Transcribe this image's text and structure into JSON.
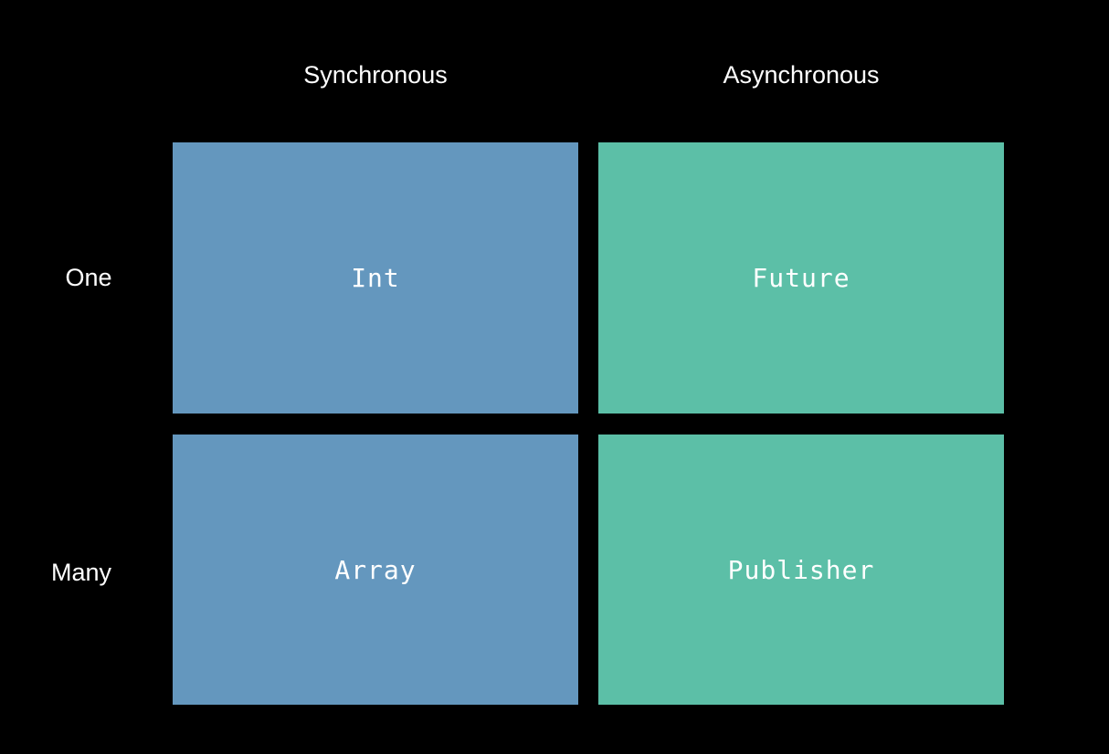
{
  "columns": [
    {
      "label": "Synchronous"
    },
    {
      "label": "Asynchronous"
    }
  ],
  "rows": [
    {
      "label": "One"
    },
    {
      "label": "Many"
    }
  ],
  "cells": [
    [
      {
        "label": "Int",
        "color": "#6497be"
      },
      {
        "label": "Future",
        "color": "#5cbfa7"
      }
    ],
    [
      {
        "label": "Array",
        "color": "#6497be"
      },
      {
        "label": "Publisher",
        "color": "#5cbfa7"
      }
    ]
  ]
}
